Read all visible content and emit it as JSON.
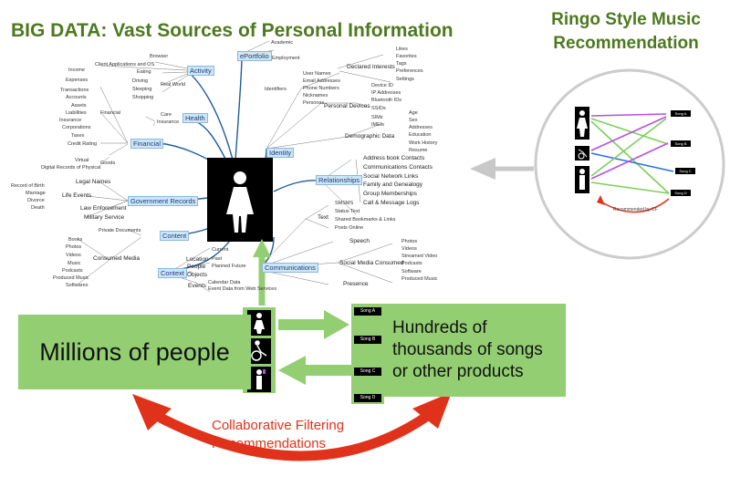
{
  "title": "BIG DATA: Vast Sources of Personal Information",
  "right_title": [
    "Ringo Style Music",
    "Recommendation"
  ],
  "mindmap": {
    "categories": [
      "Activity",
      "ePortfolio",
      "Health",
      "Financial",
      "Identity",
      "Relationships",
      "Government Records",
      "Content",
      "Context",
      "Communications"
    ],
    "activity_items": [
      "Browser",
      "Client Applications and OS",
      "Eating",
      "Driving",
      "Real World",
      "Sleeping",
      "Shopping"
    ],
    "eportfolio_items": [
      "Academic",
      "Employment"
    ],
    "financial_items": [
      "Income",
      "Expenses",
      "Transactions",
      "Accounts",
      "Assets",
      "Liabilities",
      "Insurance",
      "Corporations",
      "Taxes",
      "Credit Rating",
      "Financial",
      "Virtual",
      "Digital Records of Physical",
      "Goods"
    ],
    "health_items": [
      "Care",
      "Insurance"
    ],
    "identity_items": [
      "Identifiers",
      "User Names",
      "Email Addresses",
      "Phone Numbers",
      "Nicknames",
      "Personas",
      "Declared Interests",
      "Likes",
      "Favorites",
      "Tags",
      "Preferences",
      "Settings",
      "Personal Devices",
      "Device ID",
      "IP Addresses",
      "Bluetooth IDs",
      "SSIDs",
      "SIMs",
      "IMEIs",
      "Demographic Data",
      "Age",
      "Sex",
      "Addresses",
      "Education",
      "Work History",
      "Resume"
    ],
    "relationship_items": [
      "Address book Contacts",
      "Communications Contacts",
      "Social Network Links",
      "Family  and Genealogy",
      "Group Memberships",
      "Call & Message  Logs"
    ],
    "government_items": [
      "Legal Names",
      "Record of Birth",
      "Marriage",
      "Divorce",
      "Death",
      "Life Events",
      "Law Enforcement",
      "Military Service"
    ],
    "content_items": [
      "Private Documents",
      "Books",
      "Photos",
      "Videos",
      "Music",
      "Podcasts",
      "Produced Music",
      "Softwares",
      "Consumed Media"
    ],
    "context_items": [
      "Current",
      "Past",
      "Planned Future",
      "Location",
      "People",
      "Objects",
      "Calendar Data",
      "Event Data from Web Services",
      "Events"
    ],
    "communications_items": [
      "Text",
      "SMSMS",
      "Status Text",
      "Shared Bookmarks & Links",
      "Posts Online",
      "Speech",
      "Social Media Consumed",
      "Photos",
      "Videos",
      "Streamed Video",
      "Podcasts",
      "Software",
      "Produced Music",
      "Presence"
    ]
  },
  "people_box": "Millions of people",
  "products_box": [
    "Hundreds of",
    "thousands of songs",
    "or other products"
  ],
  "songs": [
    "Song A",
    "Song B",
    "Song C",
    "Song D"
  ],
  "ringo_songs": [
    "Song A",
    "Song B",
    "Song C",
    "Song D"
  ],
  "ringo_caption": "Recommended by CF",
  "cf_label": [
    "Collaborative Filtering",
    "Recommendations"
  ],
  "colors": {
    "title_green": "#4d7a1e",
    "box_green": "#93cf72",
    "arrow_red": "#e0321a",
    "arrow_grey": "#c8c8c8",
    "mindmap_blue": "#1f5d9c"
  },
  "icons": [
    "female-person-icon",
    "wheelchair-person-icon",
    "male-person-icon"
  ]
}
